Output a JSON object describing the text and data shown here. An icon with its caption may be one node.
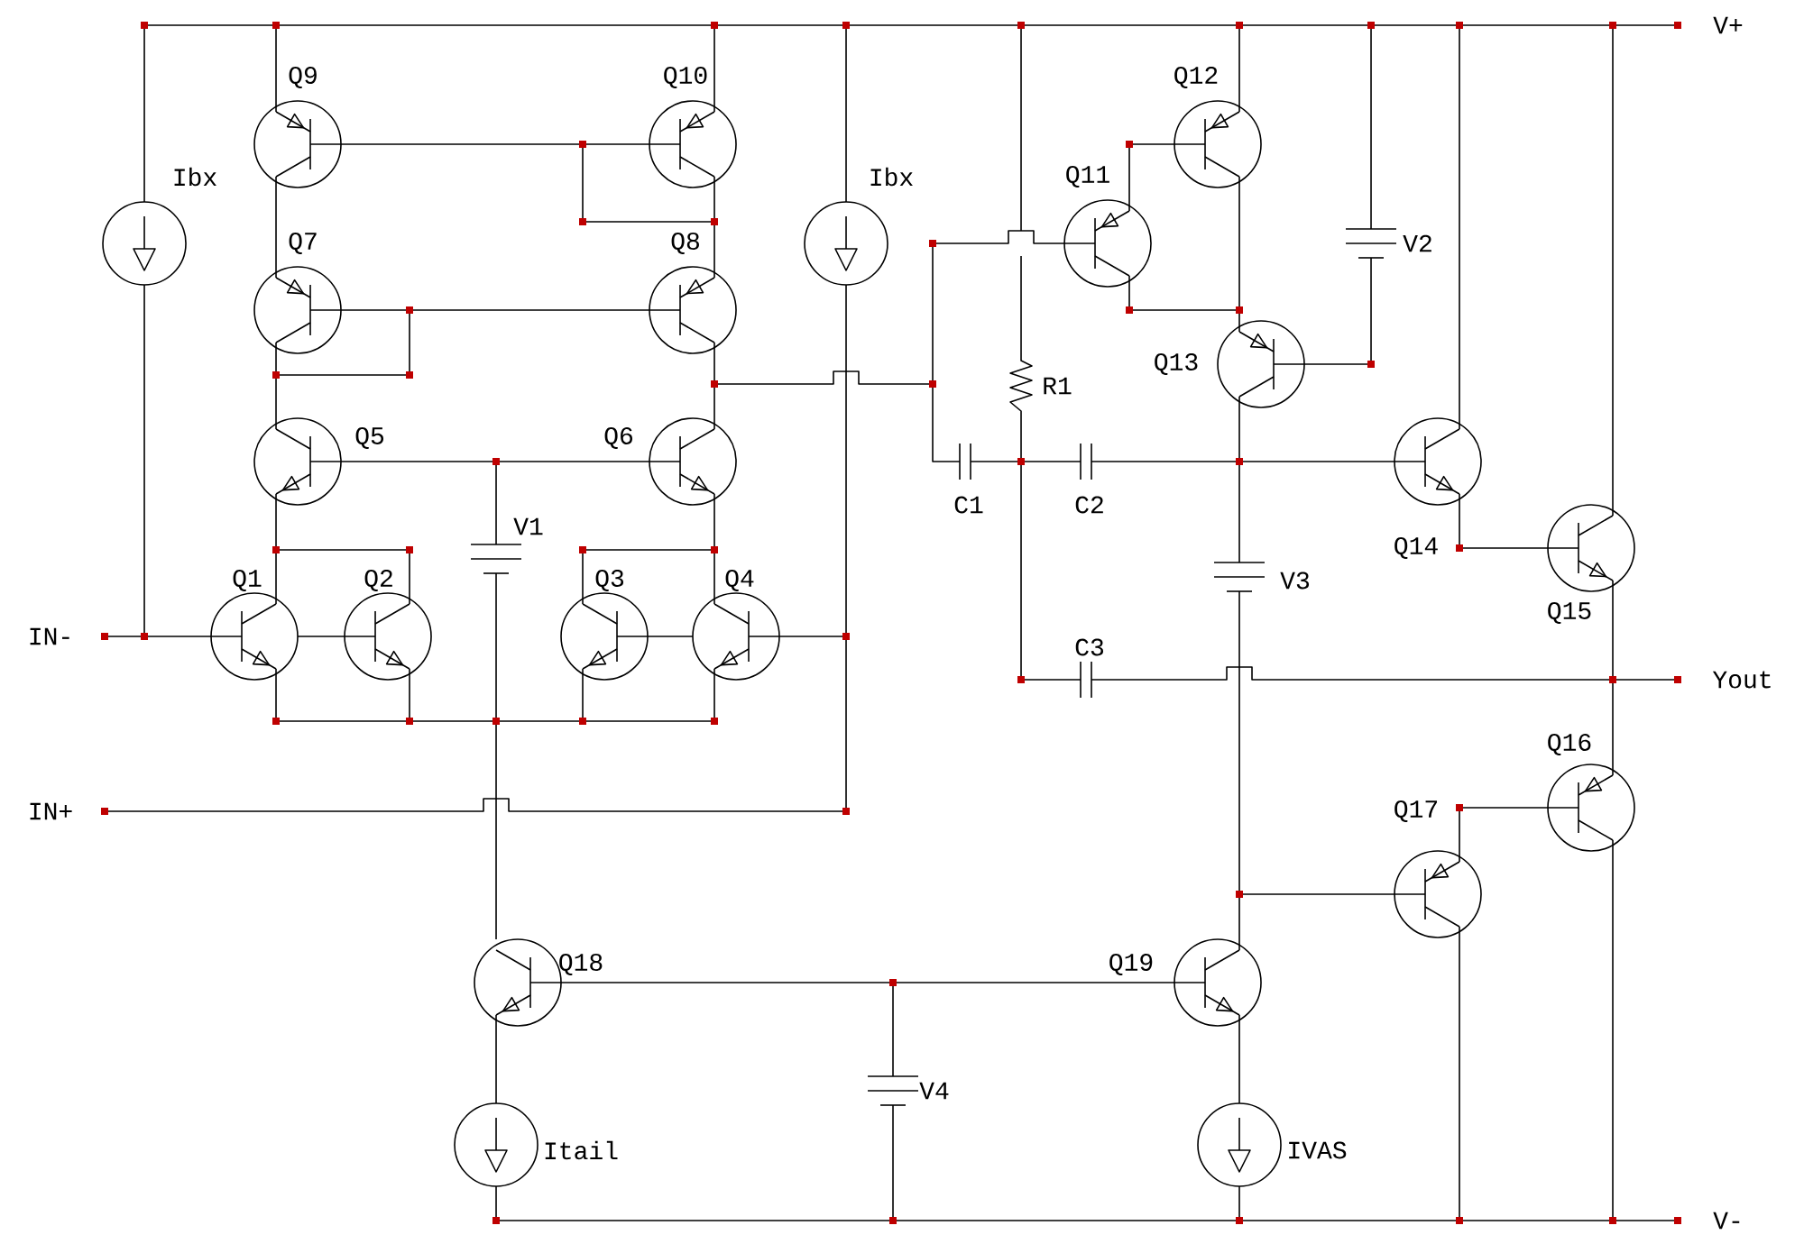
{
  "diagram": {
    "labels": [
      "V+",
      "Q9",
      "Q10",
      "Q12",
      "Ibx",
      "Ibx",
      "Q11",
      "Q7",
      "Q8",
      "V2",
      "Q13",
      "R1",
      "Q5",
      "Q6",
      "C1",
      "C2",
      "V1",
      "Q14",
      "Q1",
      "Q2",
      "Q3",
      "Q4",
      "V3",
      "Q15",
      "IN-",
      "C3",
      "Yout",
      "Q16",
      "IN+",
      "Q17",
      "Q18",
      "Q19",
      "V4",
      "Itail",
      "IVAS",
      "V-"
    ]
  }
}
